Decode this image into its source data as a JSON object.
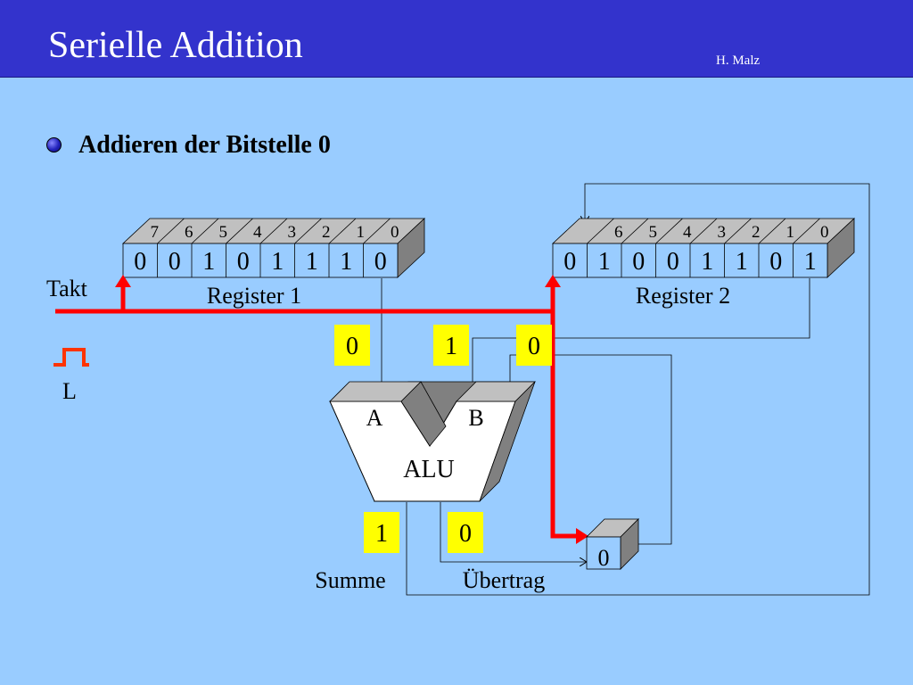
{
  "slide": {
    "title": "Serielle Addition",
    "author": "H. Malz",
    "bullet": "Addieren der Bitstelle 0"
  },
  "colors": {
    "header": "#3333cc",
    "background": "#99ccff",
    "clock_line": "#ff0000",
    "value_box": "#ffff00",
    "register_top": "#c0c0c0",
    "register_side": "#808080",
    "alu_shadow": "#808080"
  },
  "register1": {
    "label": "Register 1",
    "indices": [
      "7",
      "6",
      "5",
      "4",
      "3",
      "2",
      "1",
      "0"
    ],
    "bits": [
      "0",
      "0",
      "1",
      "0",
      "1",
      "1",
      "1",
      "0"
    ]
  },
  "register2": {
    "label": "Register 2",
    "indices": [
      "",
      "6",
      "5",
      "4",
      "3",
      "2",
      "1",
      "0"
    ],
    "bits": [
      "0",
      "1",
      "0",
      "0",
      "1",
      "1",
      "0",
      "1"
    ]
  },
  "clock": {
    "label": "Takt",
    "level": "L"
  },
  "alu": {
    "label": "ALU",
    "input_a": "A",
    "input_b": "B"
  },
  "inputs": {
    "a_value": "0",
    "b_value": "1",
    "carry_in": "0"
  },
  "outputs": {
    "sum_value": "1",
    "carry_value": "0",
    "sum_label": "Summe",
    "carry_label": "Übertrag"
  },
  "flipflop": {
    "value": "0"
  }
}
